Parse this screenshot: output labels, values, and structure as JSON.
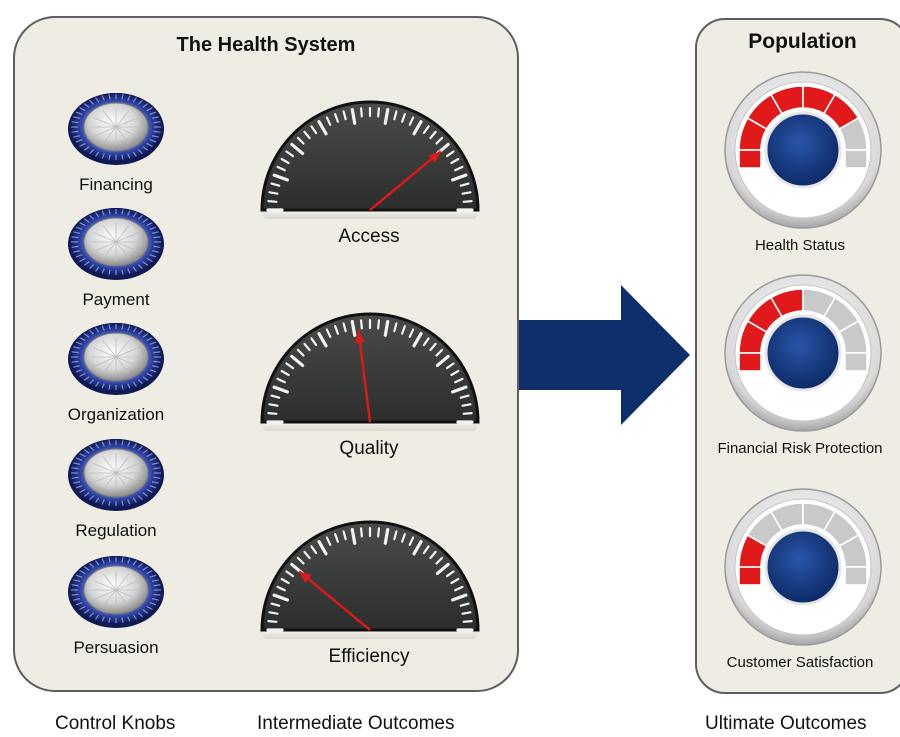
{
  "health_system": {
    "title": "The Health System",
    "knobs": [
      {
        "label": "Financing"
      },
      {
        "label": "Payment"
      },
      {
        "label": "Organization"
      },
      {
        "label": "Regulation"
      },
      {
        "label": "Persuasion"
      }
    ],
    "gauges": [
      {
        "label": "Access",
        "needle_level": 0.78
      },
      {
        "label": "Quality",
        "needle_level": 0.46
      },
      {
        "label": "Efficiency",
        "needle_level": 0.22
      }
    ]
  },
  "population": {
    "title": "Population",
    "dials": [
      {
        "label": "Health Status",
        "red_segments": 5,
        "total_segments": 6
      },
      {
        "label": "Financial Risk Protection",
        "red_segments": 3,
        "total_segments": 6
      },
      {
        "label": "Customer Satisfaction",
        "red_segments": 1,
        "total_segments": 6
      }
    ]
  },
  "bottom_labels": {
    "left": "Control Knobs",
    "middle": "Intermediate Outcomes",
    "right": "Ultimate Outcomes"
  },
  "colors": {
    "panel_bg": "#efece3",
    "arrow": "#0e2f6b",
    "needle": "#e01818",
    "gauge_face": "#3b3d3c",
    "dial_red": "#e01a1a",
    "dial_center": "#14387a",
    "knob_blue": "#2a3f9e"
  }
}
